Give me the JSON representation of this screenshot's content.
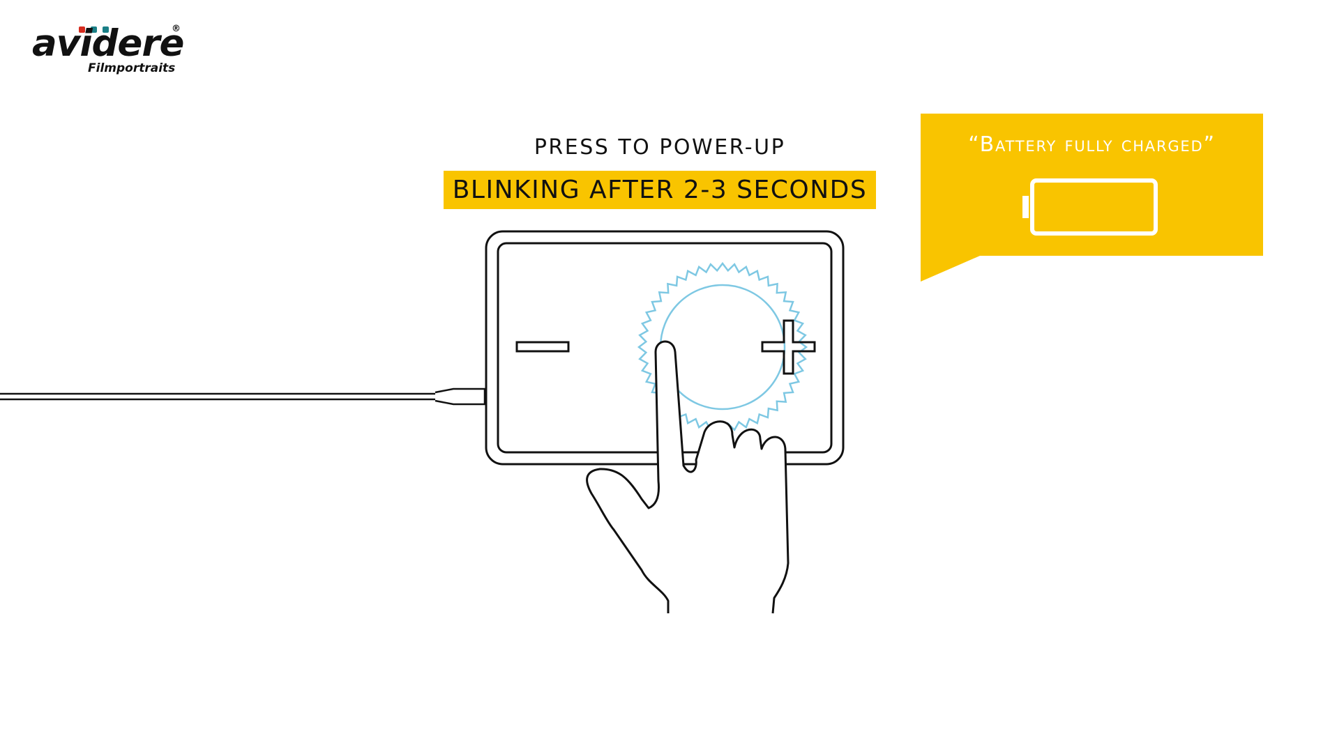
{
  "logo": {
    "wordmark": "avidere",
    "registered": "®",
    "subtitle": "Filmportraits",
    "dot_colors": [
      "#d52b1e",
      "#1a7f86",
      "#1a7f86"
    ]
  },
  "instruction": {
    "line1": "PRESS TO POWER-UP",
    "line2": "BLINKING AFTER 2-3 SECONDS"
  },
  "status_bubble": {
    "text": "“Battery fully charged”",
    "icon": "battery-full-icon"
  },
  "device": {
    "minus_icon": "minus-icon",
    "plus_icon": "plus-icon",
    "power_button_icon": "power-button-glow-icon",
    "hand_icon": "pointing-hand-icon",
    "cable_icon": "charging-cable-icon"
  },
  "colors": {
    "accent_yellow": "#f9c400",
    "glow_blue": "#7ec8e3",
    "line": "#111111"
  }
}
